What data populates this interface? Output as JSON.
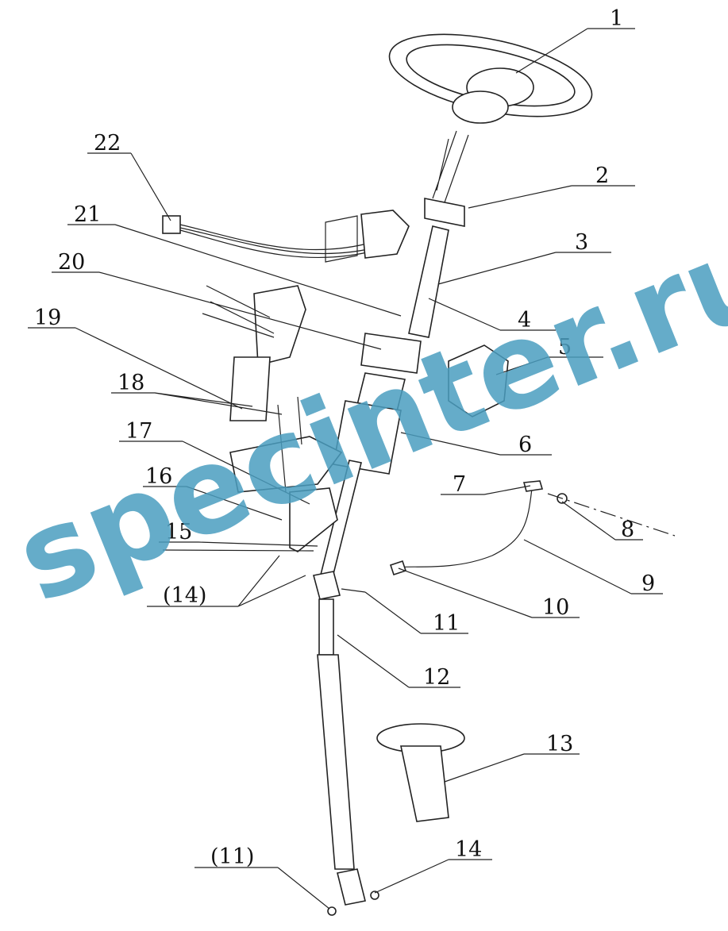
{
  "diagram": {
    "title": "Steering column exploded view",
    "callouts": [
      "1",
      "2",
      "3",
      "4",
      "5",
      "6",
      "7",
      "8",
      "9",
      "10",
      "11",
      "12",
      "13",
      "14",
      "15",
      "16",
      "17",
      "18",
      "19",
      "20",
      "21",
      "22",
      "(14)",
      "(11)"
    ]
  },
  "watermark": "specinter.ru",
  "colors": {
    "watermark": "#4a9dbf",
    "lines": "#222222"
  }
}
